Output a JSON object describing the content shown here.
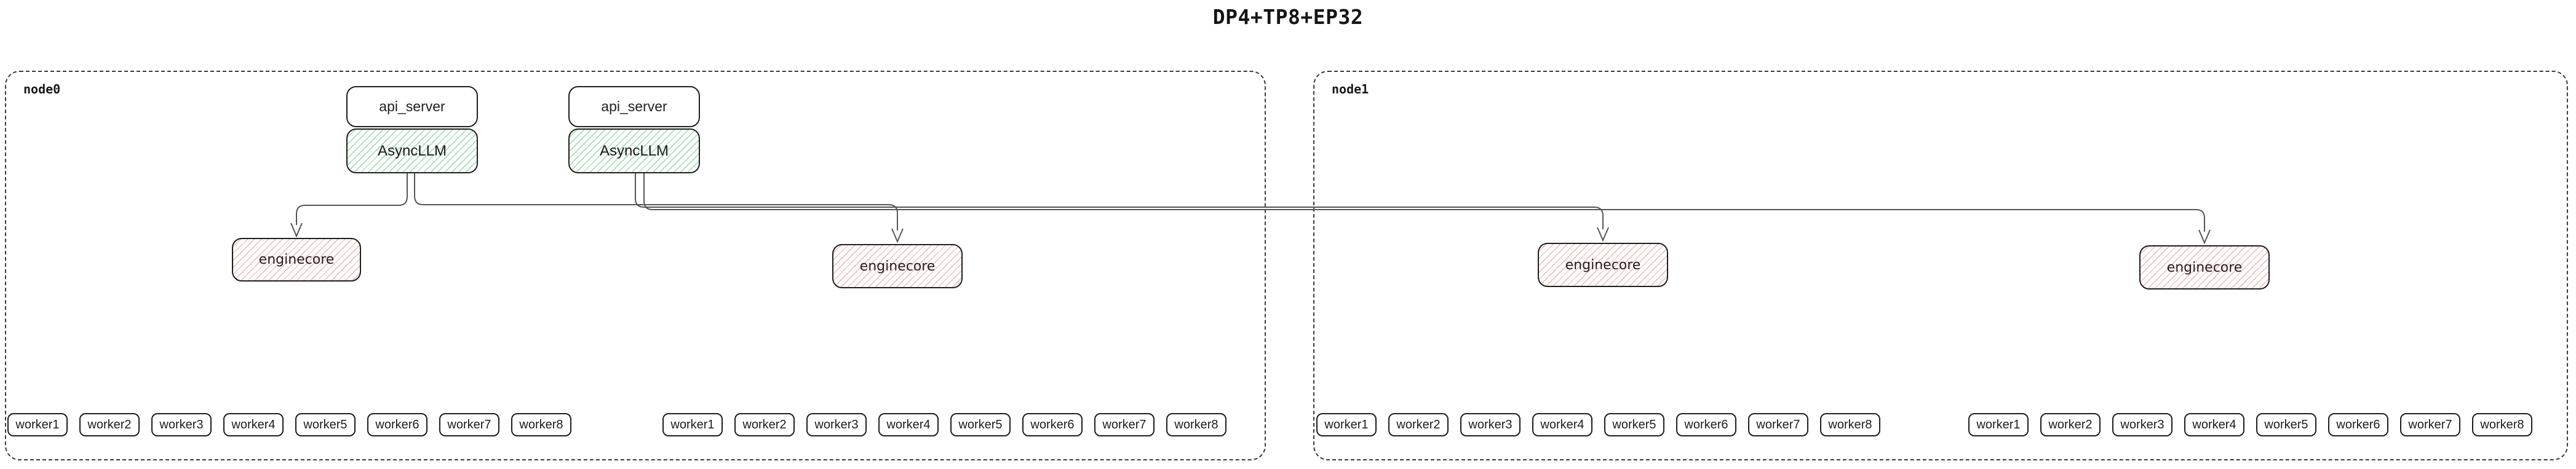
{
  "title": "DP4+TP8+EP32",
  "nodes": [
    {
      "label": "node0",
      "api_stacks": [
        {
          "api_server": "api_server",
          "asyncllm": "AsyncLLM"
        },
        {
          "api_server": "api_server",
          "asyncllm": "AsyncLLM"
        }
      ],
      "enginecores": [
        "enginecore",
        "enginecore"
      ],
      "worker_groups": [
        {
          "workers": [
            "worker1",
            "worker2",
            "worker3",
            "worker4",
            "worker5",
            "worker6",
            "worker7",
            "worker8"
          ]
        },
        {
          "workers": [
            "worker1",
            "worker2",
            "worker3",
            "worker4",
            "worker5",
            "worker6",
            "worker7",
            "worker8"
          ]
        }
      ]
    },
    {
      "label": "node1",
      "enginecores": [
        "enginecore",
        "enginecore"
      ],
      "worker_groups": [
        {
          "workers": [
            "worker1",
            "worker2",
            "worker3",
            "worker4",
            "worker5",
            "worker6",
            "worker7",
            "worker8"
          ]
        },
        {
          "workers": [
            "worker1",
            "worker2",
            "worker3",
            "worker4",
            "worker5",
            "worker6",
            "worker7",
            "worker8"
          ]
        }
      ]
    }
  ],
  "edges": [
    {
      "from": "asyncllm-1",
      "to": "enginecore-node0-1"
    },
    {
      "from": "asyncllm-1",
      "to": "enginecore-node0-2"
    },
    {
      "from": "asyncllm-2",
      "to": "enginecore-node1-1"
    },
    {
      "from": "asyncllm-2",
      "to": "enginecore-node1-2"
    }
  ],
  "colors": {
    "background": "#ffffff",
    "text": "#111111",
    "box_border": "#1e1e1e",
    "node_border": "#3a3a3a",
    "connector": "#555555",
    "asyncllm_hatch": "#5ac87d",
    "enginecore_hatch": "#dc6e64"
  }
}
